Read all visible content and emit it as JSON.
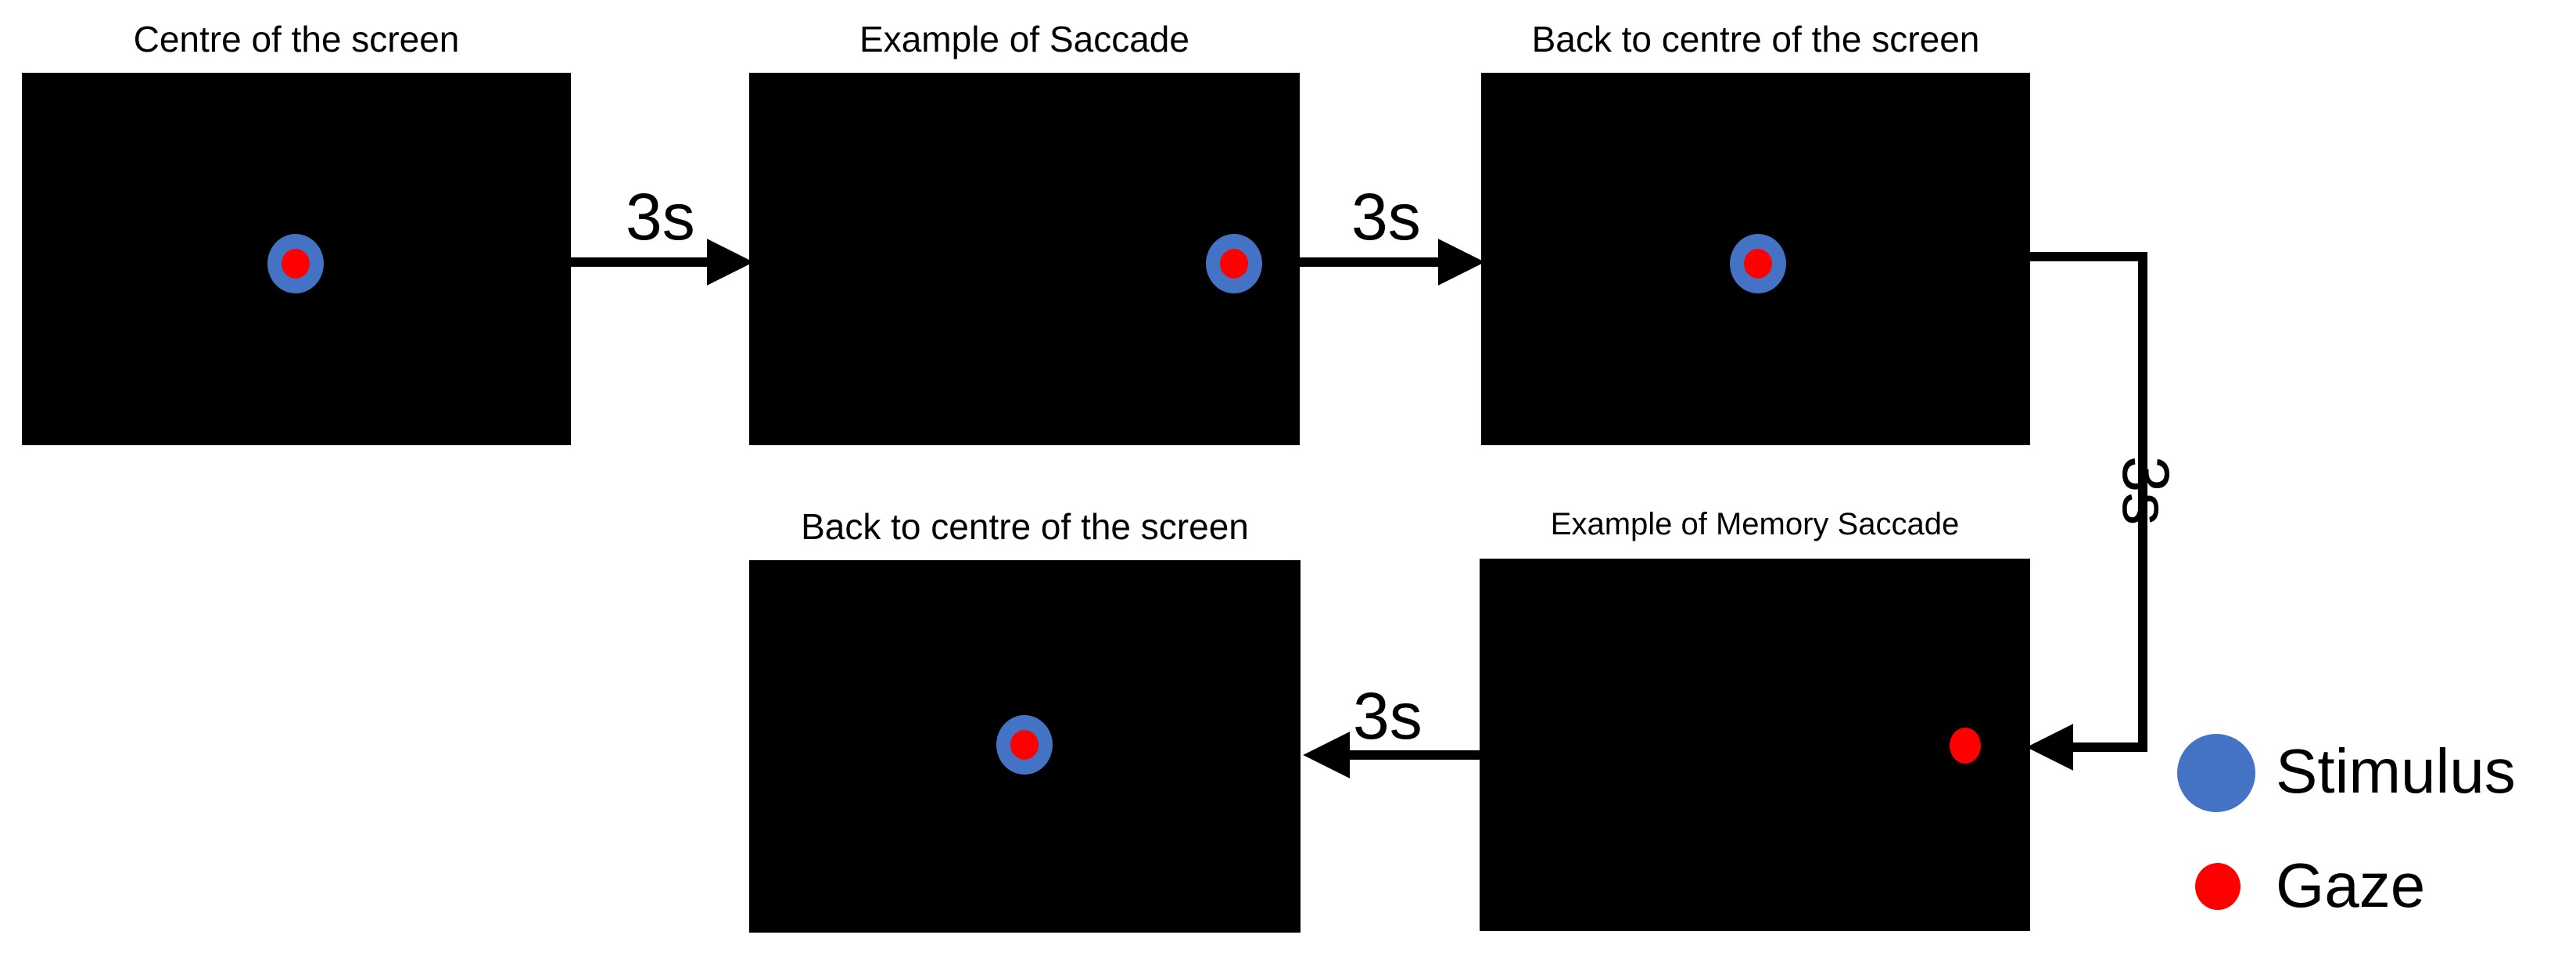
{
  "panels": [
    {
      "title": "Centre of the screen",
      "stimulus": "center",
      "gaze": "center"
    },
    {
      "title": "Example of Saccade",
      "stimulus": "right",
      "gaze": "right"
    },
    {
      "title": "Back to centre of the screen",
      "stimulus": "center",
      "gaze": "center"
    },
    {
      "title": "Example  of Memory  Saccade",
      "stimulus": "none",
      "gaze": "right"
    },
    {
      "title": "Back to centre of the screen",
      "stimulus": "center",
      "gaze": "center"
    }
  ],
  "durations": {
    "a": "3s",
    "b": "3s",
    "c": "3s",
    "d": "3s"
  },
  "legend": {
    "stimulus": "Stimulus",
    "gaze": "Gaze"
  },
  "colors": {
    "screen": "#000000",
    "stimulus": "#4472c4",
    "gaze": "#ff0000",
    "arrow": "#000000"
  }
}
